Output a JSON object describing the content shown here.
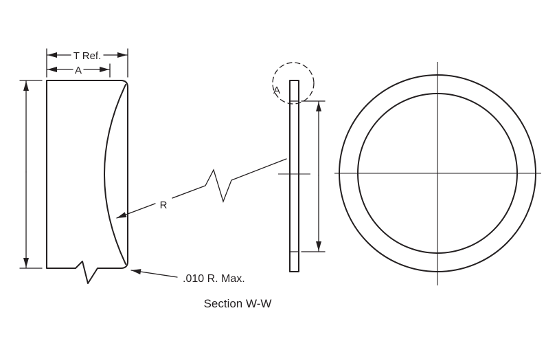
{
  "colors": {
    "line": "#231f20",
    "background": "#ffffff"
  },
  "labels": {
    "thickness_ref": "T Ref.",
    "dim_a": "A",
    "radius": "R",
    "corner_radius_note": ".010 R. Max.",
    "section_title": "Section W-W",
    "detail_callout": "A"
  }
}
